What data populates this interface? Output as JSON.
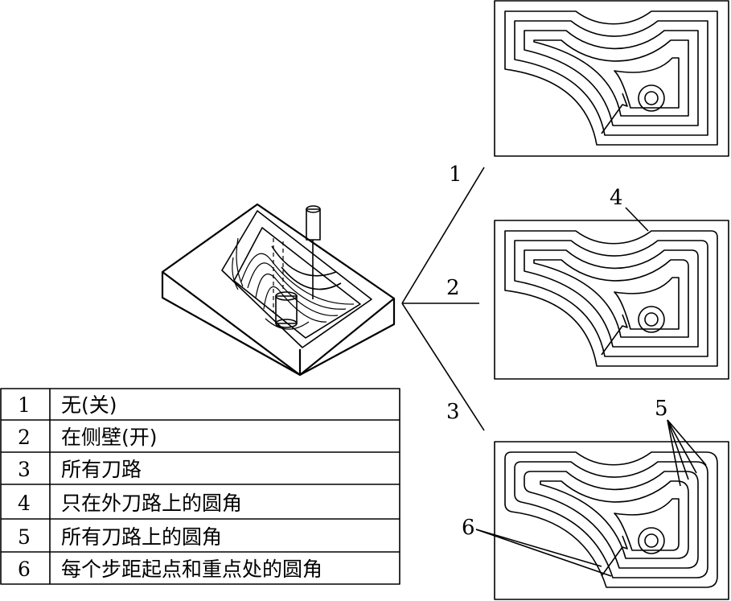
{
  "callouts": {
    "branch_1": "1",
    "branch_2": "2",
    "branch_3": "3",
    "marker_4": "4",
    "marker_5": "5",
    "marker_6": "6"
  },
  "legend": {
    "rows": [
      {
        "num": "1",
        "text": "无(关)"
      },
      {
        "num": "2",
        "text": "在侧壁(开)"
      },
      {
        "num": "3",
        "text": "所有刀路"
      },
      {
        "num": "4",
        "text": "只在外刀路上的圆角"
      },
      {
        "num": "5",
        "text": "所有刀路上的圆角"
      },
      {
        "num": "6",
        "text": "每个步距起点和重点处的圆角"
      }
    ]
  }
}
